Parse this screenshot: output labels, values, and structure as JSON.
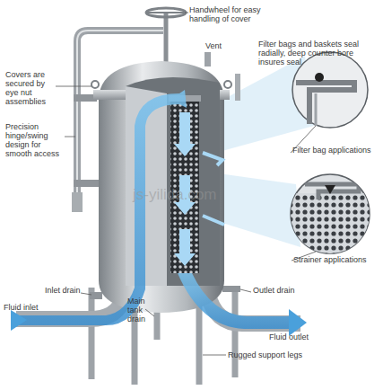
{
  "diagram": {
    "labels": [
      "Handwheel for easy handling of cover",
      "Vent",
      "Covers are secured by eye nut assemblies",
      "Precision hinge/swing design for smooth access",
      "Filter bags and baskets seal radially, deep counter bore insures seal",
      "Filter bag applications",
      "Strainer applications",
      "Inlet drain",
      "Outlet drain",
      "Main tank drain",
      "Fluid inlet",
      "Fluid outlet",
      "Rugged support legs",
      "js-yilida.com"
    ]
  }
}
